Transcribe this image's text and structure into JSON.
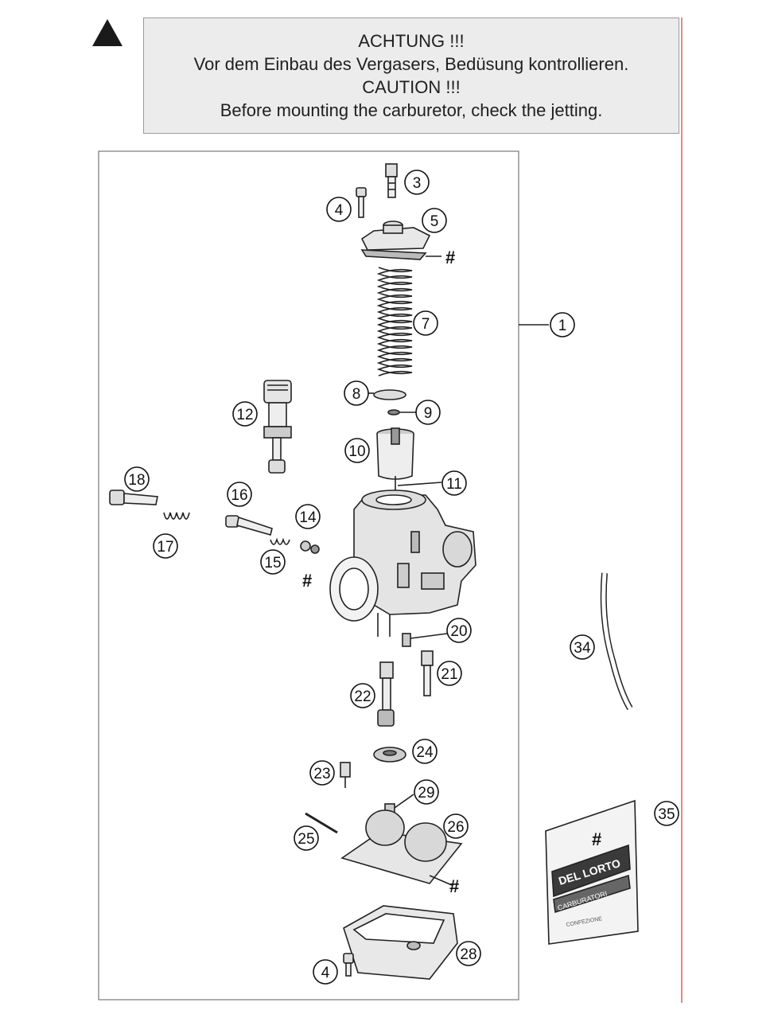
{
  "warning": {
    "icon": "warning-triangle-icon",
    "lines": [
      "ACHTUNG !!!",
      "Vor dem Einbau des Vergasers, Bedüsung kontrollieren.",
      "CAUTION !!!",
      "Before mounting the carburetor, check the jetting."
    ]
  },
  "callouts": {
    "c1": "1",
    "c3": "3",
    "c4a": "4",
    "c4b": "4",
    "c5": "5",
    "c7": "7",
    "c8": "8",
    "c9": "9",
    "c10": "10",
    "c11": "11",
    "c12": "12",
    "c14": "14",
    "c15": "15",
    "c16": "16",
    "c17": "17",
    "c18": "18",
    "c20": "20",
    "c21": "21",
    "c22": "22",
    "c23": "23",
    "c24": "24",
    "c25": "25",
    "c26": "26",
    "c28": "28",
    "c29": "29",
    "c34": "34",
    "c35": "35"
  },
  "hash_marks": [
    "#",
    "#",
    "#",
    "#"
  ],
  "bag": {
    "hash": "#",
    "brand": "DEL LORTO",
    "product": "CARBURATORI",
    "small_text": "CONFEZIONE"
  }
}
